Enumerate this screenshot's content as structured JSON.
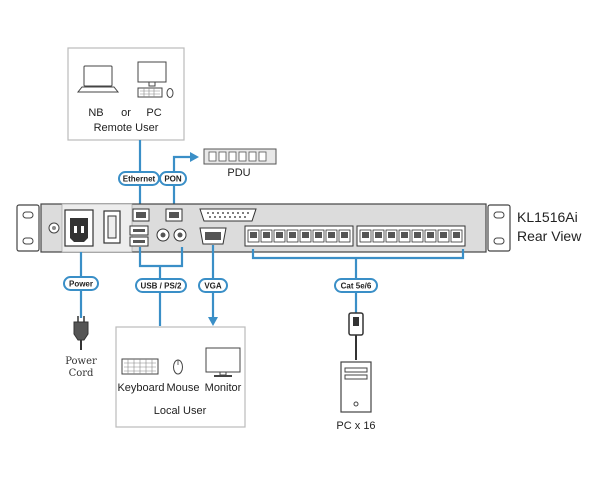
{
  "remote_user": {
    "nb_label": "NB",
    "or_label": "or",
    "pc_label": "PC",
    "caption": "Remote User"
  },
  "pdu_label": "PDU",
  "device": {
    "model": "KL1516Ai",
    "view": "Rear View"
  },
  "connectors": {
    "ethernet": "Ethernet",
    "pon": "PON",
    "power": "Power",
    "usb_ps2": "USB / PS/2",
    "vga": "VGA",
    "cat": "Cat 5e/6"
  },
  "power_cord": {
    "line1": "Power",
    "line2": "Cord"
  },
  "local_user": {
    "keyboard": "Keyboard",
    "mouse": "Mouse",
    "monitor": "Monitor",
    "caption": "Local User"
  },
  "pc_count": "PC x 16",
  "colors": {
    "wire": "#3a8fc7",
    "panel": "#d9d9d9"
  }
}
